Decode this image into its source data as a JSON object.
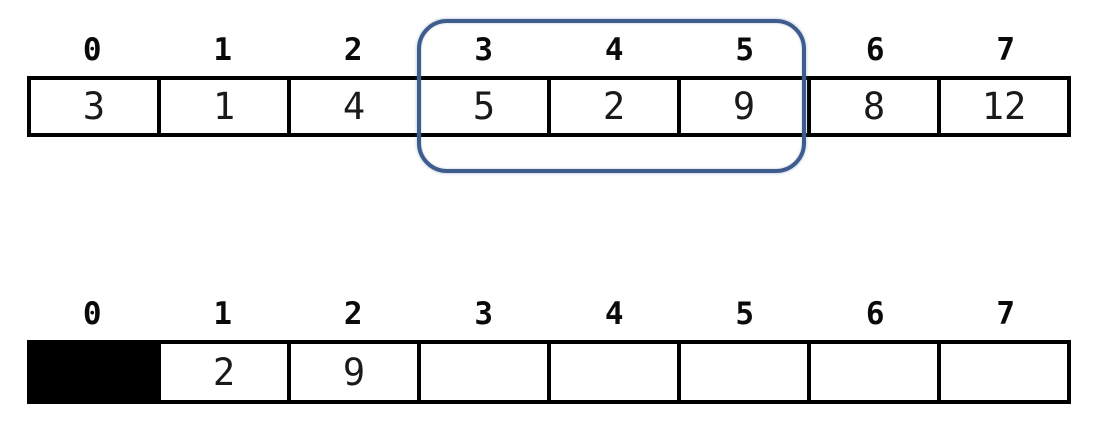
{
  "source_array": {
    "indices": [
      "0",
      "1",
      "2",
      "3",
      "4",
      "5",
      "6",
      "7"
    ],
    "values": [
      "3",
      "1",
      "4",
      "5",
      "2",
      "9",
      "8",
      "12"
    ]
  },
  "result_array": {
    "indices": [
      "0",
      "1",
      "2",
      "3",
      "4",
      "5",
      "6",
      "7"
    ],
    "values": [
      "",
      "2",
      "9",
      "",
      "",
      "",
      "",
      ""
    ],
    "filled_cell_index": 0
  },
  "highlight": {
    "start_index": 3,
    "end_index": 5,
    "color": "#3e5c8c"
  },
  "colors": {
    "border": "#000000",
    "filled_cell": "#000000",
    "background": "#ffffff",
    "text": "#0a0a0a"
  }
}
